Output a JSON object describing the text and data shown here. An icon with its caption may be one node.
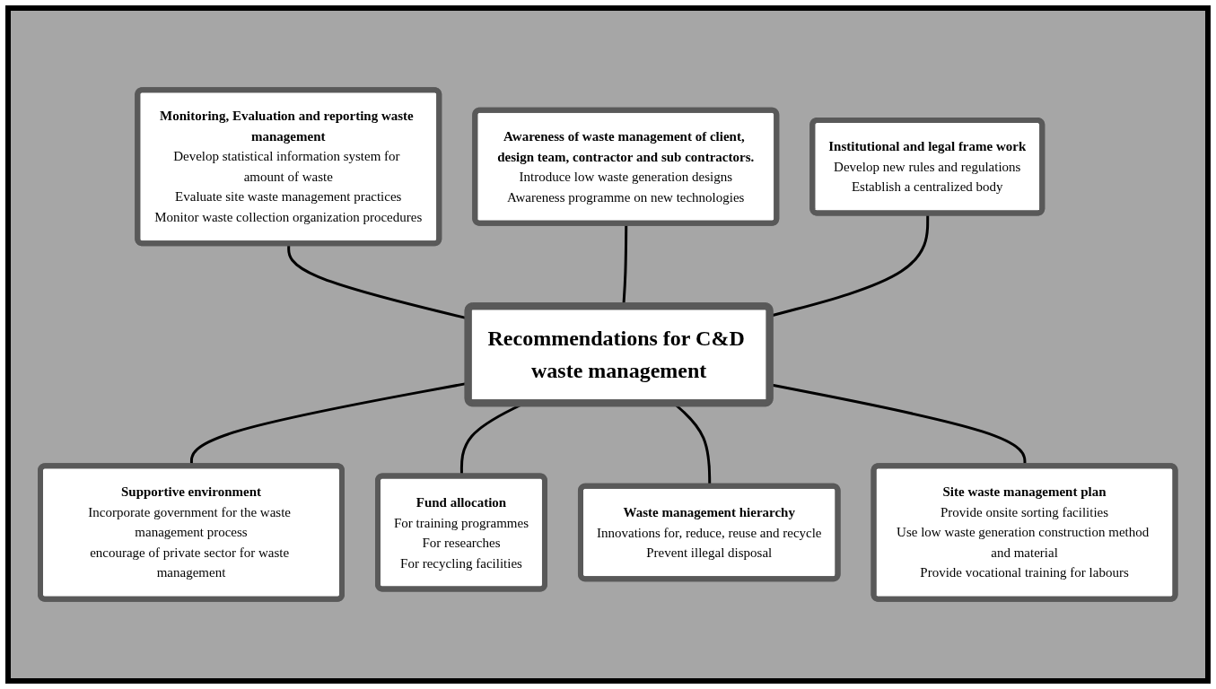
{
  "diagram": {
    "nodes": [
      {
        "text": [
          "Monitoring, Evaluation and reporting waste management",
          "Develop statistical information system for amount of waste",
          "Evaluate site waste management practices",
          "Monitor waste collection organization procedures"
        ]
      },
      {
        "text": [
          "Awareness of waste management of client, design team, contractor and sub contractors.",
          "Introduce low waste generation designs",
          "Awareness programme on new technologies"
        ]
      },
      {
        "text": [
          "Institutional and legal frame work",
          "Develop new rules and regulations",
          "Establish a centralized body"
        ]
      },
      {
        "text": [
          "Supportive environment",
          "Incorporate government for the waste management process",
          "encourage of private sector for waste management"
        ]
      },
      {
        "text": [
          "Recommendations for C&D waste management"
        ]
      },
      {
        "text": [
          "Fund allocation",
          "For training programmes",
          "For researches",
          "For recycling facilities"
        ]
      },
      {
        "text": [
          "Waste management hierarchy",
          "Innovations for, reduce, reuse and recycle",
          "Prevent illegal disposal"
        ]
      },
      {
        "text": [
          "Site waste management plan",
          "Provide onsite sorting facilities",
          "Use low waste generation construction method and material",
          "Provide vocational training for labours"
        ]
      }
    ],
    "edges": [
      {
        "from": 0,
        "to": 4,
        "arrow": "none"
      },
      {
        "from": 1,
        "to": 4,
        "arrow": "none"
      },
      {
        "from": 2,
        "to": 4,
        "arrow": "none"
      },
      {
        "from": 4,
        "to": 3,
        "arrow": "none"
      },
      {
        "from": 4,
        "to": 5,
        "arrow": "none"
      },
      {
        "from": 4,
        "to": 6,
        "arrow": "none"
      },
      {
        "from": 4,
        "to": 7,
        "arrow": "none"
      }
    ]
  }
}
